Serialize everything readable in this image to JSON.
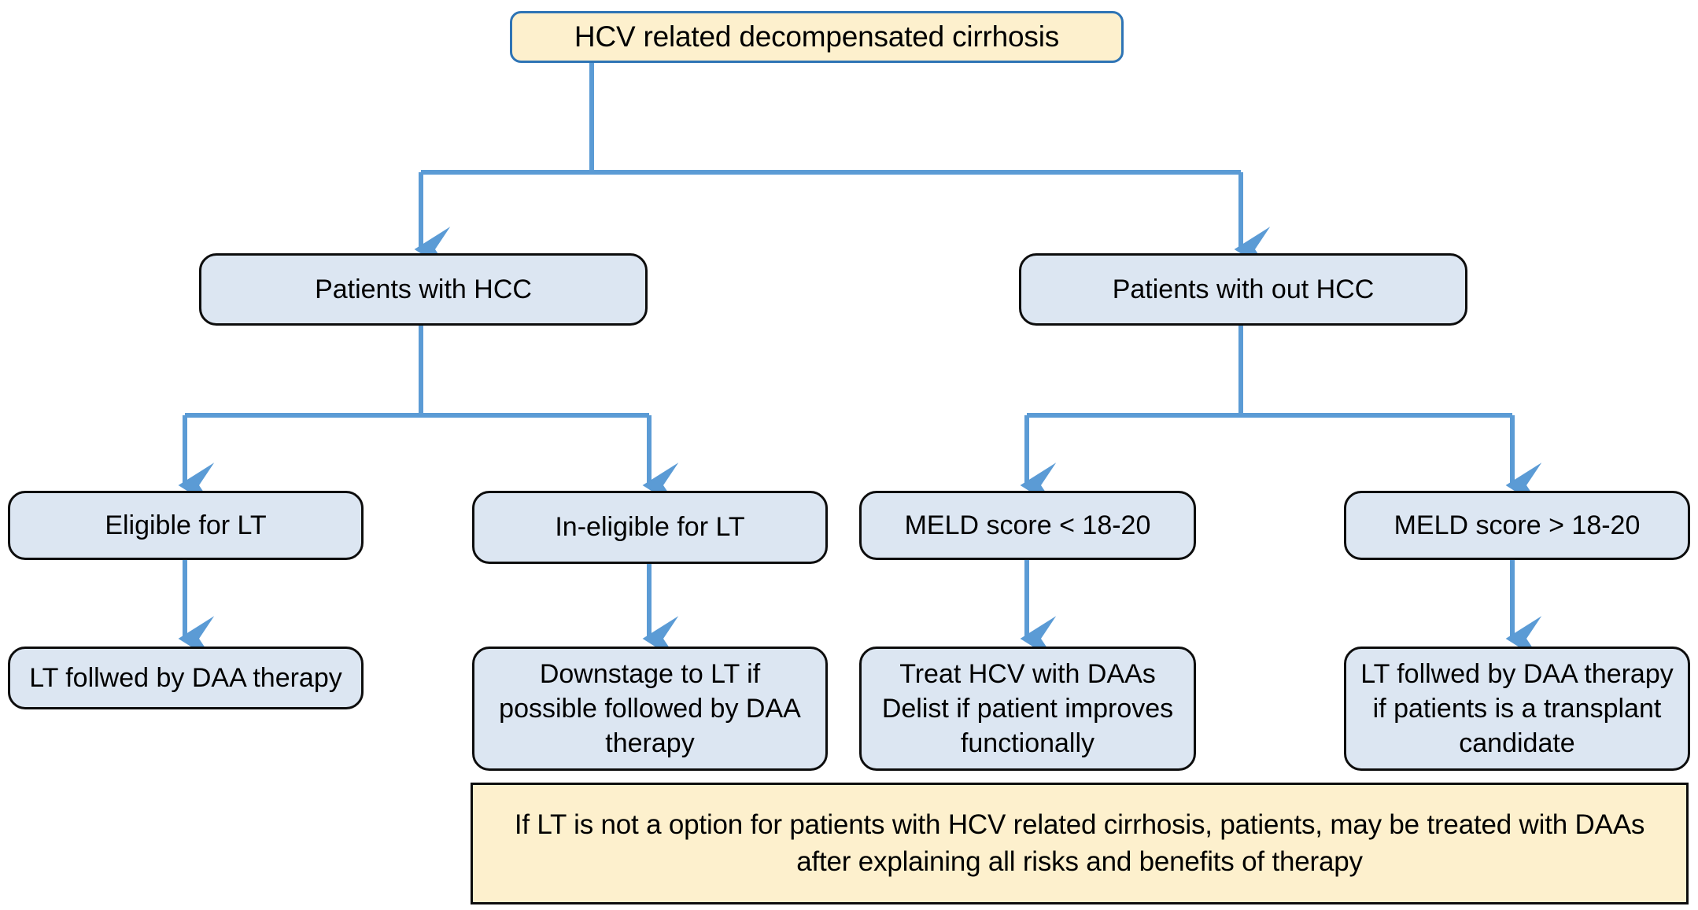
{
  "diagram": {
    "title_text": "HCV related decompensated cirrhosis",
    "colors": {
      "root_fill": "#fdf0cd",
      "root_border": "#2e74b5",
      "step_fill": "#dce6f2",
      "step_border": "#0d0d0d",
      "note_fill": "#fdf0cd",
      "note_border": "#0d0d0d",
      "connector": "#5b9bd5",
      "text": "#000000",
      "background": "#ffffff"
    },
    "nodes": {
      "root": "HCV related decompensated cirrhosis",
      "branch_left": "Patients with HCC",
      "branch_right": "Patients with out HCC",
      "level3_1": "Eligible for LT",
      "level3_2": "In-eligible for LT",
      "level3_3": "MELD score < 18-20",
      "level3_4": "MELD score > 18-20",
      "level4_1": "LT follwed by DAA therapy",
      "level4_2": "Downstage to LT if\npossible followed by DAA\ntherapy",
      "level4_3": "Treat HCV with DAAs\nDelist if patient improves\nfunctionally",
      "level4_4": "LT follwed by DAA therapy\nif patients is a transplant\ncandidate",
      "note": "If LT is not a option for patients with HCV related cirrhosis, patients, may be treated with DAAs\nafter explaining all risks and benefits of therapy"
    }
  }
}
